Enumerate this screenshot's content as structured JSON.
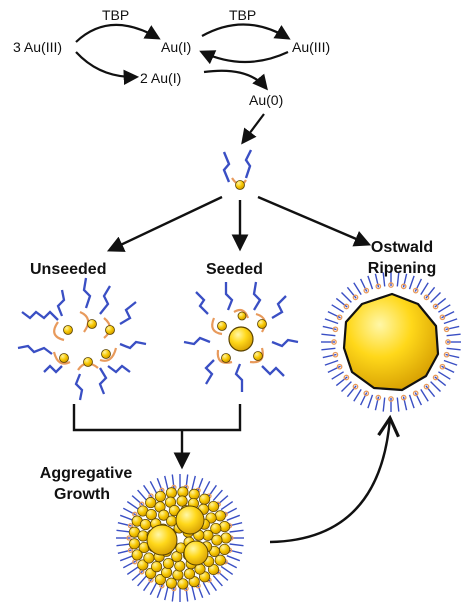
{
  "reaction": {
    "start": "3 Au(III)",
    "intermediate": "Au(I)",
    "oxidized": "Au(III)",
    "reduced_pair": "2 Au(I)",
    "metal": "Au(0)",
    "reagent_1": "TBP",
    "reagent_2": "TBP"
  },
  "pathways": {
    "unseeded": "Unseeded",
    "seeded": "Seeded",
    "ostwald_line1": "Ostwald",
    "ostwald_line2": "Ripening",
    "aggregative_line1": "Aggregative",
    "aggregative_line2": "Growth"
  },
  "colors": {
    "ligand_chain": "#3a4fc4",
    "ligand_shell": "#e89a5c",
    "gold_fill": "#f5c400",
    "gold_highlight": "#fff7a8",
    "gold_edge": "#5a4300",
    "arrow": "#111111"
  }
}
